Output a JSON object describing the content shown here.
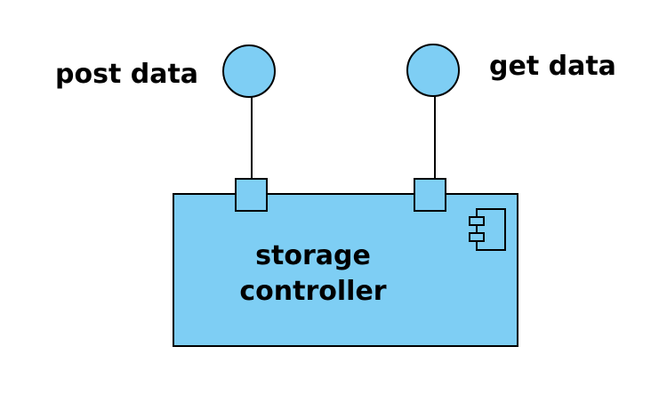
{
  "diagram": {
    "type": "uml-component",
    "component": {
      "name_line1": "storage",
      "name_line2": "controller",
      "icon": "uml-component-icon"
    },
    "interfaces": [
      {
        "label": "post data",
        "kind": "provided-interface"
      },
      {
        "label": "get data",
        "kind": "provided-interface"
      }
    ],
    "colors": {
      "fill": "#7ecef4",
      "stroke": "#000000",
      "text": "#000000",
      "background": "#ffffff"
    }
  }
}
